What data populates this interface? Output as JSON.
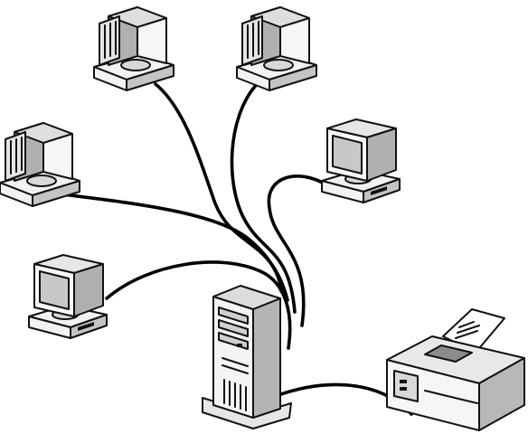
{
  "diagram": {
    "type": "network-topology",
    "topology": "star",
    "nodes": [
      {
        "id": "pc-1",
        "kind": "workstation-crt",
        "icon": "crt-monitor-icon",
        "view": "rear"
      },
      {
        "id": "pc-2",
        "kind": "workstation-crt",
        "icon": "crt-monitor-icon",
        "view": "rear"
      },
      {
        "id": "pc-3",
        "kind": "workstation-crt",
        "icon": "crt-monitor-icon",
        "view": "rear"
      },
      {
        "id": "pc-4",
        "kind": "workstation-crt",
        "icon": "crt-monitor-icon",
        "view": "front"
      },
      {
        "id": "pc-5",
        "kind": "workstation-crt",
        "icon": "crt-monitor-icon",
        "view": "front"
      },
      {
        "id": "server",
        "kind": "tower-server",
        "icon": "tower-server-icon",
        "role": "hub"
      },
      {
        "id": "printer",
        "kind": "laser-printer",
        "icon": "printer-icon"
      }
    ],
    "links": [
      {
        "from": "pc-1",
        "to": "server"
      },
      {
        "from": "pc-2",
        "to": "server"
      },
      {
        "from": "pc-3",
        "to": "server"
      },
      {
        "from": "pc-4",
        "to": "server"
      },
      {
        "from": "pc-5",
        "to": "server"
      },
      {
        "from": "printer",
        "to": "server"
      }
    ],
    "colors": {
      "background": "#ffffff",
      "outline": "#111111",
      "cable": "#000000",
      "light_fill": "#f2f2f2",
      "mid_fill": "#d4d4d4",
      "dark_fill": "#a8a8a8",
      "screen_fill": "#c8c8c8"
    }
  }
}
